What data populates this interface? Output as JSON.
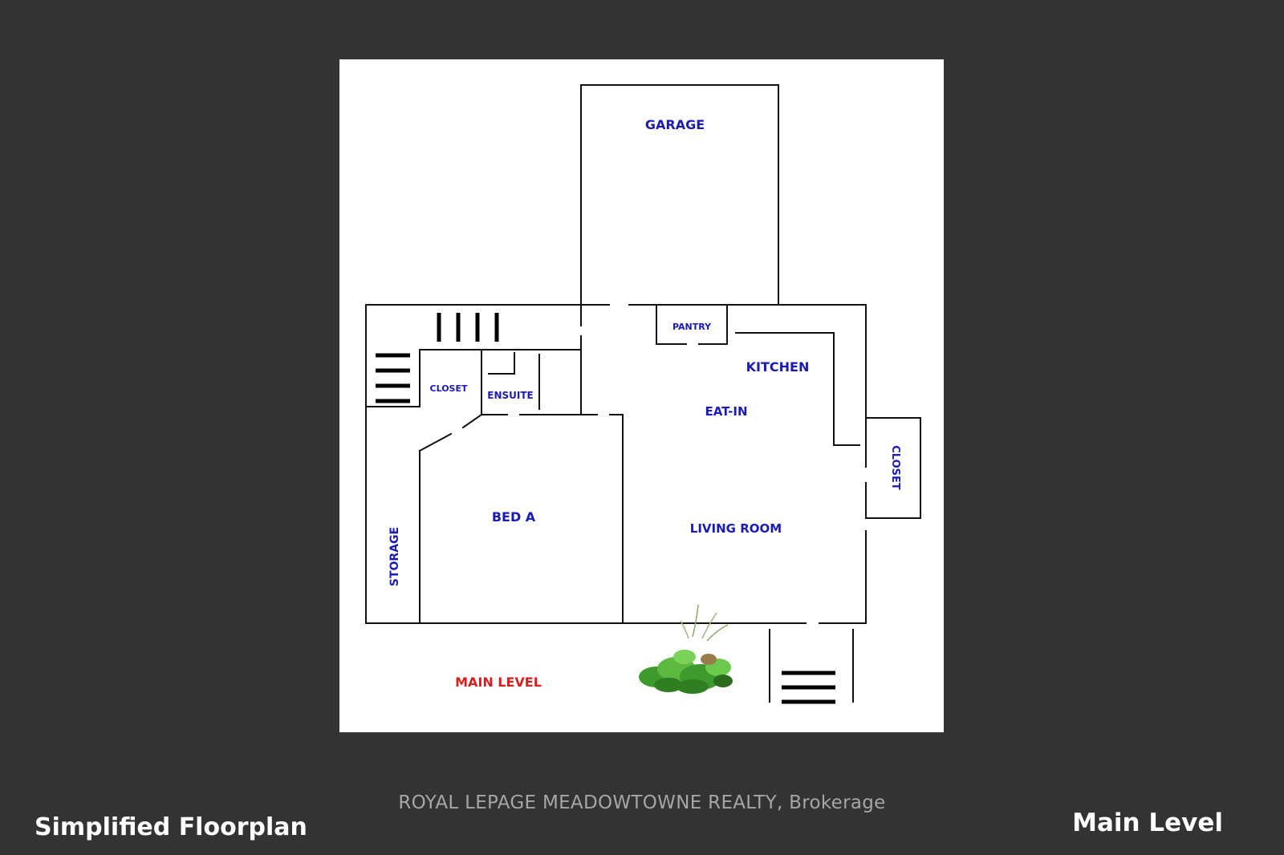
{
  "floorplan": {
    "rooms": {
      "garage": "GARAGE",
      "pantry": "PANTRY",
      "kitchen": "KITCHEN",
      "closet_small": "CLOSET",
      "ensuite": "ENSUITE",
      "eat_in": "EAT-IN",
      "closet_side": "CLOSET",
      "bed_a": "BED A",
      "living_room": "LIVING ROOM",
      "storage": "STORAGE"
    },
    "level_label": "MAIN LEVEL",
    "icons": [
      "stairs-icon",
      "plant-icon"
    ]
  },
  "footer": {
    "brokerage": "ROYAL LEPAGE MEADOWTOWNE REALTY, Brokerage",
    "left": "Simplified Floorplan",
    "right": "Main Level"
  },
  "colors": {
    "background": "#333333",
    "room_label": "#1b1bb5",
    "level_label": "#d42020",
    "brokerage_text": "#a6a6a6"
  }
}
